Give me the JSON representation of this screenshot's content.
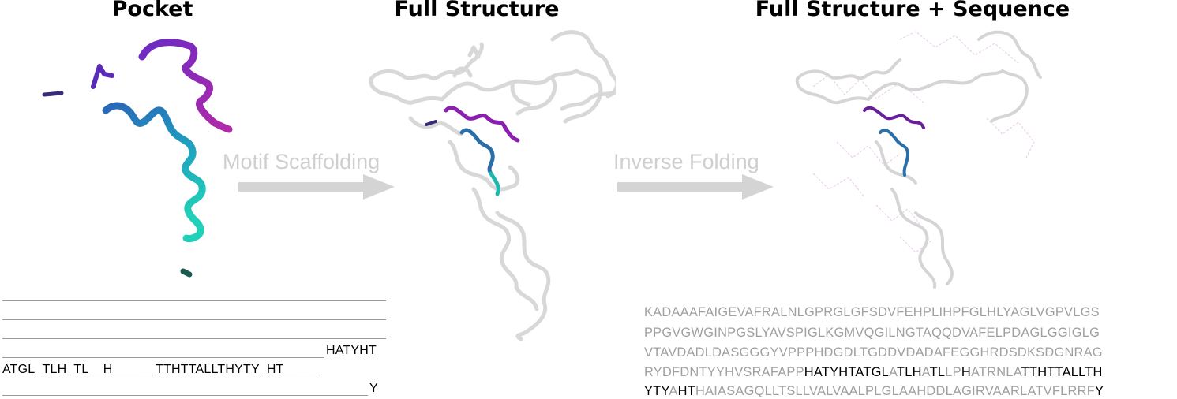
{
  "titles": {
    "pocket": "Pocket",
    "full_structure": "Full Structure",
    "full_structure_sequence": "Full Structure + Sequence"
  },
  "arrows": {
    "motif_scaffolding": "Motif Scaffolding",
    "inverse_folding": "Inverse Folding"
  },
  "pocket_sequence": [
    "",
    "",
    "",
    "HATYHT",
    "ATGL_TLH_TL__H______TTHTTALLTHYTY_HT_____",
    "Y"
  ],
  "full_sequence_lines": [
    [
      {
        "t": "KADAAAFAIGEVAFRALNLGPRGLGFSDVFEHPLIHPFGLHLYAGLVGPVLGS",
        "k": false
      }
    ],
    [
      {
        "t": "PPGVGWGINPGSLYAVSPIGLKGMVQGILNGTAQQDVAFELPDAGLGGIGLG",
        "k": false
      }
    ],
    [
      {
        "t": "VTAVDADLDASGGGYVPPPHDGDLTGDDVDADAFEGGHRDSDKSDGNRAG",
        "k": false
      }
    ],
    [
      {
        "t": "RYDFDNTYYHVSRAFAPP",
        "k": false
      },
      {
        "t": "HATYHTATGL",
        "k": true
      },
      {
        "t": "A",
        "k": false
      },
      {
        "t": "TLH",
        "k": true
      },
      {
        "t": "A",
        "k": false
      },
      {
        "t": "TL",
        "k": true
      },
      {
        "t": "LP",
        "k": false
      },
      {
        "t": "H",
        "k": true
      },
      {
        "t": "ATRNLA",
        "k": false
      },
      {
        "t": "TTHTTALLTH",
        "k": true
      }
    ],
    [
      {
        "t": "YTY",
        "k": true
      },
      {
        "t": "A",
        "k": false
      },
      {
        "t": "HT",
        "k": true
      },
      {
        "t": "HAIASAGQLLTSLLVALVAALPLGLAAHDDLAGIRVAARLATVFLRRF",
        "k": false
      },
      {
        "t": "Y",
        "k": true
      }
    ]
  ],
  "colors": {
    "motif_purple": "#8a1fb0",
    "motif_blue": "#2a7fb0",
    "motif_teal": "#1fc8b0",
    "structure_gray": "#d6d6d6",
    "arrow_gray": "#d4d4d4",
    "sequence_gray": "#a0a0a0"
  }
}
